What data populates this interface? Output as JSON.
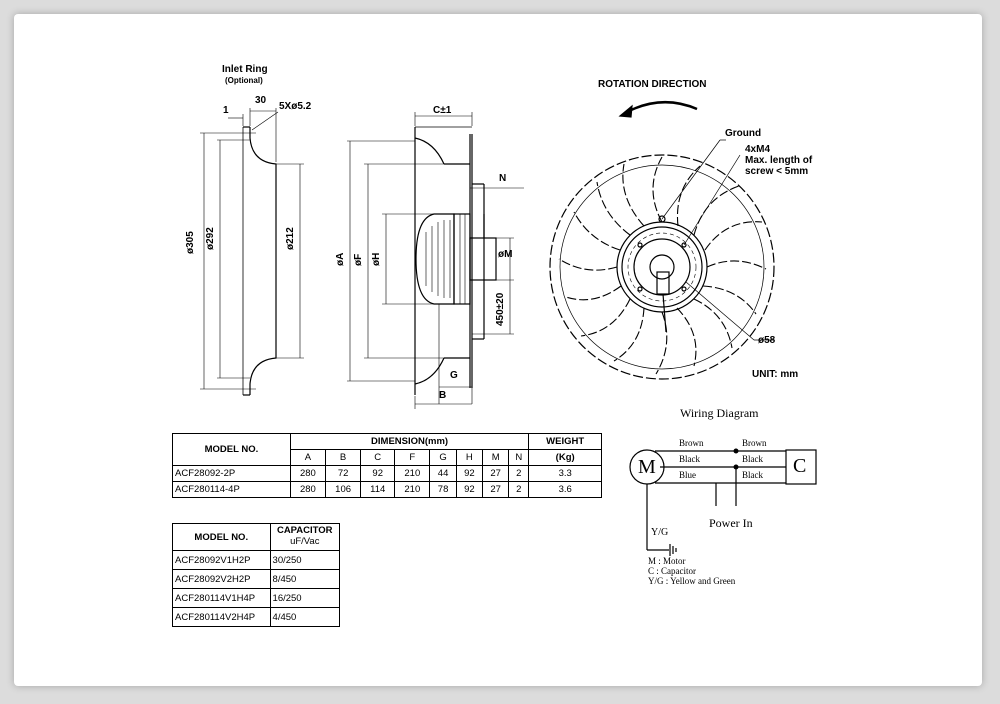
{
  "drawing": {
    "inlet_ring_title": "Inlet Ring",
    "inlet_ring_subtitle": "(Optional)",
    "dim_1": "1",
    "dim_30": "30",
    "dim_holes": "5Xø5.2",
    "dim_305": "ø305",
    "dim_292": "ø292",
    "dim_212": "ø212",
    "dim_c": "C±1",
    "dim_n": "N",
    "dim_a": "øA",
    "dim_f": "øF",
    "dim_h": "øH",
    "dim_m": "øM",
    "dim_lead": "450±20",
    "dim_g": "G",
    "dim_b": "B",
    "rotation_direction": "ROTATION DIRECTION",
    "ground": "Ground",
    "screw_1": "4xM4",
    "screw_2": "Max. length of",
    "screw_3": "screw < 5mm",
    "dim_58": "ø58",
    "unit": "UNIT: mm"
  },
  "dimension_table": {
    "model_header": "MODEL NO.",
    "dimension_header": "DIMENSION(mm)",
    "weight_header_1": "WEIGHT",
    "weight_header_2": "(Kg)",
    "columns": [
      "A",
      "B",
      "C",
      "F",
      "G",
      "H",
      "M",
      "N"
    ],
    "rows": [
      {
        "model": "ACF28092-2P",
        "values": [
          "280",
          "72",
          "92",
          "210",
          "44",
          "92",
          "27",
          "2"
        ],
        "weight": "3.3"
      },
      {
        "model": "ACF280114-4P",
        "values": [
          "280",
          "106",
          "114",
          "210",
          "78",
          "92",
          "27",
          "2"
        ],
        "weight": "3.6"
      }
    ]
  },
  "capacitor_table": {
    "model_header": "MODEL NO.",
    "cap_header_1": "CAPACITOR",
    "cap_header_2": "uF/Vac",
    "rows": [
      {
        "model": "ACF28092V1H2P",
        "value": "30/250"
      },
      {
        "model": "ACF28092V2H2P",
        "value": "8/450"
      },
      {
        "model": "ACF280114V1H4P",
        "value": "16/250"
      },
      {
        "model": "ACF280114V2H4P",
        "value": "4/450"
      }
    ]
  },
  "wiring": {
    "title": "Wiring Diagram",
    "motor_symbol": "M",
    "capacitor_symbol": "C",
    "wire_brown_left": "Brown",
    "wire_brown_right": "Brown",
    "wire_black_left": "Black",
    "wire_black_right_1": "Black",
    "wire_blue": "Blue",
    "wire_black_right_2": "Black",
    "power_in": "Power In",
    "yg": "Y/G",
    "legend_m": "M : Motor",
    "legend_c": "C : Capacitor",
    "legend_yg": "Y/G : Yellow and Green"
  }
}
